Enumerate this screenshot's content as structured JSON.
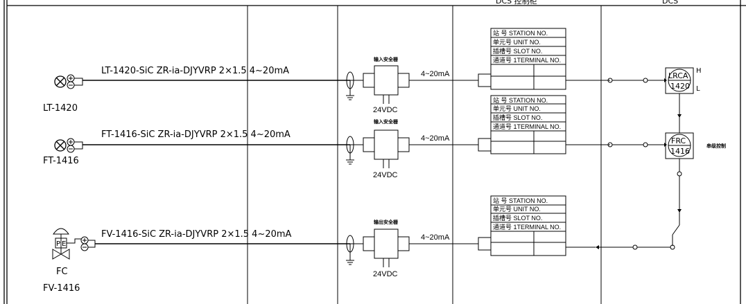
{
  "header": {
    "col3": "DCS 控制柜",
    "col5": "DCS"
  },
  "loops": [
    {
      "field_tag": "LT-1420",
      "cable": "LT-1420-SiC  ZR-ia-DJYVRP 2×1.5  4~20mA",
      "barrier_label": "输入安全栅",
      "supply": "24VDC",
      "signal": "4~20mA",
      "io_rows": [
        "站  号 STATION NO.",
        "单元号 UNIT NO.",
        "插槽号 SLOT NO.",
        "通道号 1TERMINAL NO."
      ],
      "dcs_top": "LRCA",
      "dcs_bottom": "1420",
      "alarm_high": "H",
      "alarm_low": "L"
    },
    {
      "field_tag": "FT-1416",
      "cable": "FT-1416-SiC  ZR-ia-DJYVRP 2×1.5  4~20mA",
      "barrier_label": "输入安全栅",
      "supply": "24VDC",
      "signal": "4~20mA",
      "io_rows": [
        "站  号 STATION NO.",
        "单元号 UNIT NO.",
        "插槽号 SLOT NO.",
        "通道号 1TERMINAL NO."
      ],
      "dcs_top": "FRC",
      "dcs_bottom": "1416",
      "note": "串级控制"
    },
    {
      "field_tag": "FV-1416",
      "valve_fail": "FC",
      "cable": "FV-1416-SiC  ZR-ia-DJYVRP 2×1.5 4~20mA",
      "barrier_label": "输出安全栅",
      "supply": "24VDC",
      "signal": "4~20mA",
      "io_rows": [
        "站  号 STATION NO.",
        "单元号 UNIT NO.",
        "插槽号 SLOT NO.",
        "通道号 1TERMINAL NO."
      ],
      "valve_p": "P",
      "valve_e": "E"
    }
  ]
}
